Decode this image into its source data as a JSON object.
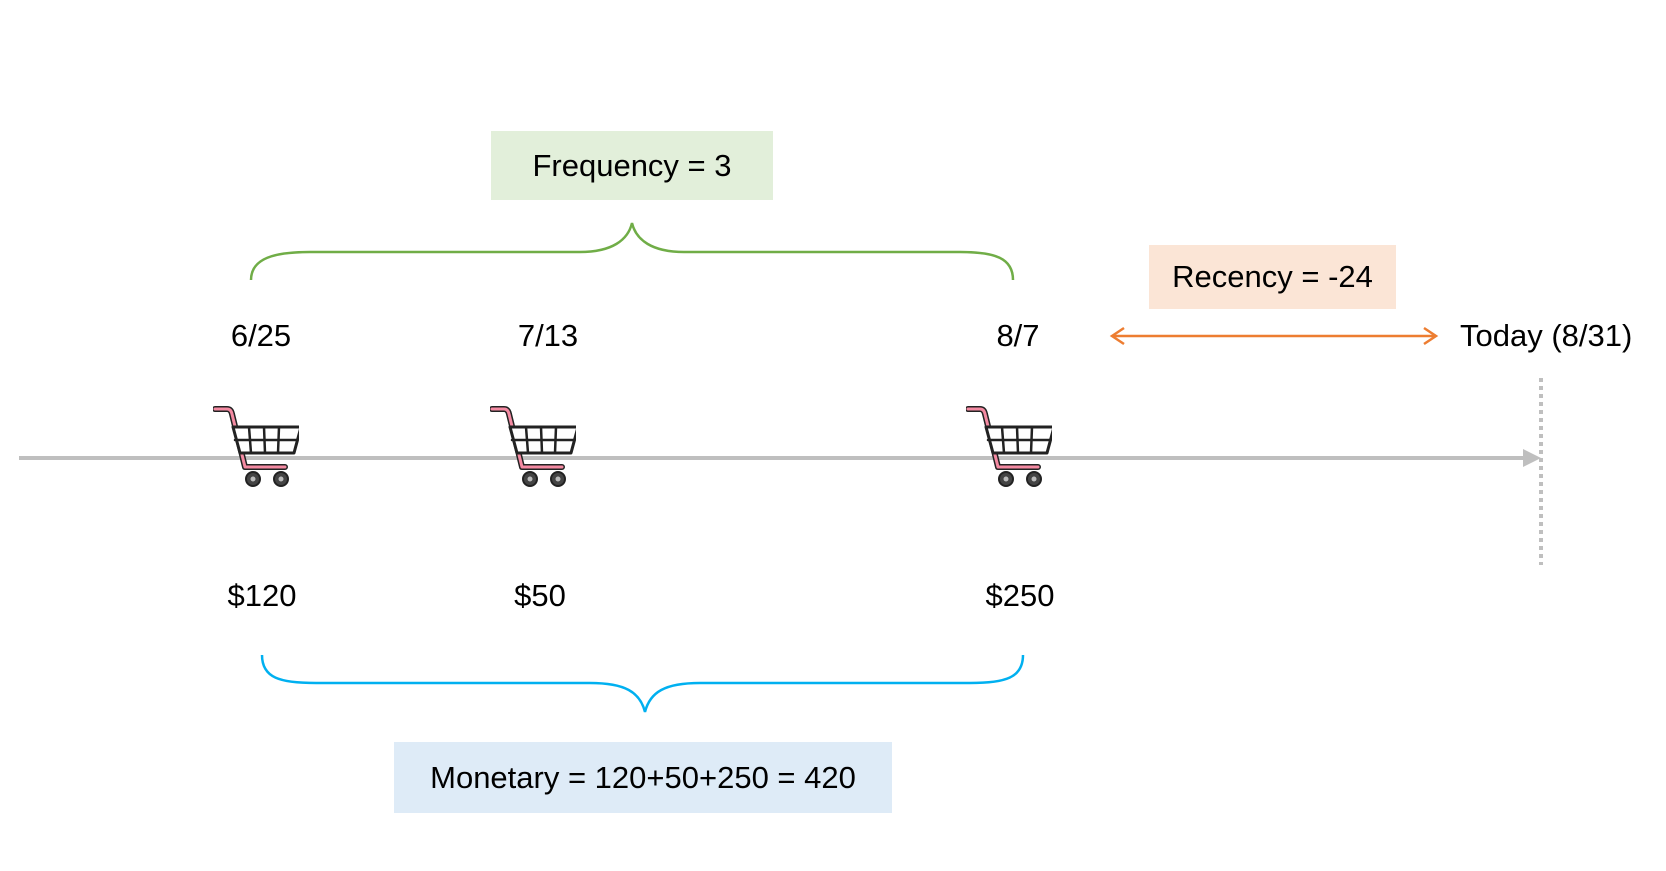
{
  "purchases": [
    {
      "date": "6/25",
      "amount": "$120"
    },
    {
      "date": "7/13",
      "amount": "$50"
    },
    {
      "date": "8/7",
      "amount": "$250"
    }
  ],
  "today_label": "Today (8/31)",
  "frequency": {
    "label": "Frequency = 3",
    "fill": "#e2efda",
    "brace_color": "#70ad47"
  },
  "recency": {
    "label": "Recency = -24",
    "fill": "#fbe5d6",
    "arrow_color": "#ed7d31"
  },
  "monetary": {
    "label": "Monetary = 120+50+250 = 420",
    "fill": "#deebf7",
    "brace_color": "#00b0f0"
  },
  "timeline_color": "#bfbfbf",
  "icons": {
    "purchase": "shopping-cart-icon"
  }
}
